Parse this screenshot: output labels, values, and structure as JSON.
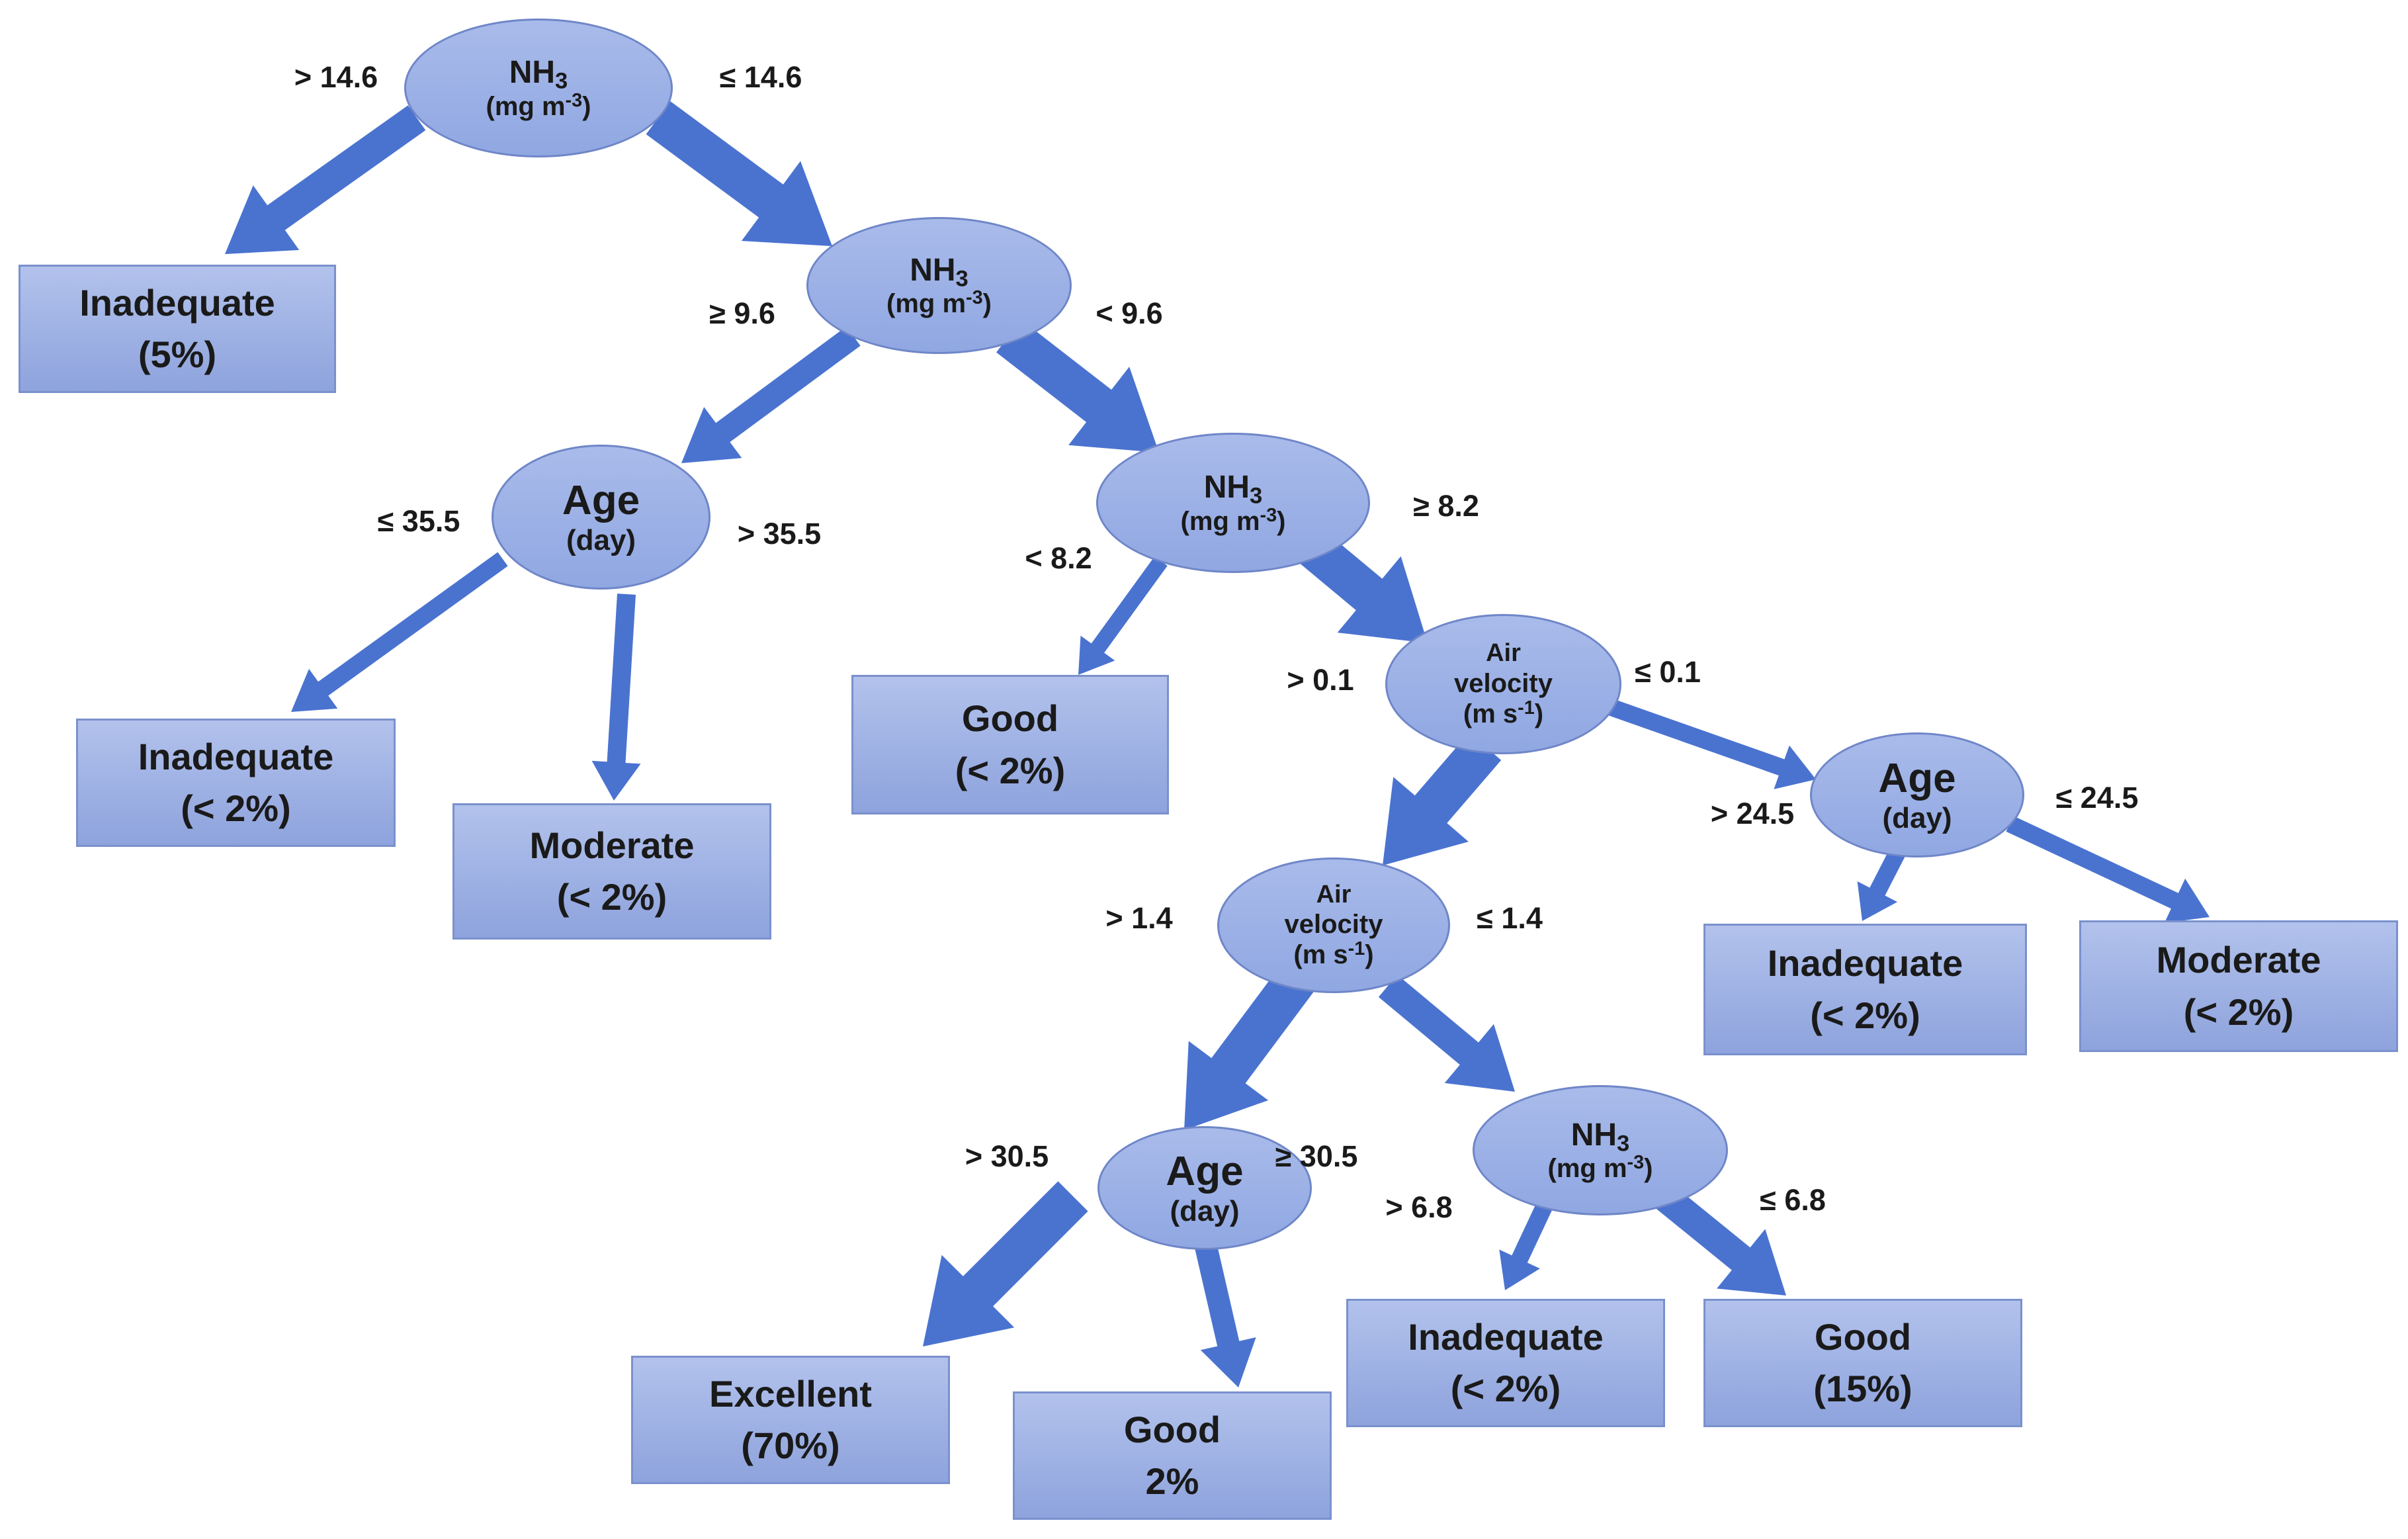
{
  "nodes": {
    "n1": {
      "var": "NH",
      "sub": "3",
      "unit": "(mg m",
      "sup": "-3",
      "close": ")"
    },
    "n2": {
      "var": "NH",
      "sub": "3",
      "unit": "(mg m",
      "sup": "-3",
      "close": ")"
    },
    "n3": {
      "var": "Age",
      "unit": "(day)"
    },
    "n4": {
      "var": "NH",
      "sub": "3",
      "unit": "(mg m",
      "sup": "-3",
      "close": ")"
    },
    "n5": {
      "var": "Air",
      "var2": "velocity",
      "unit": "(m s",
      "sup": "-1",
      "close": ")"
    },
    "n6": {
      "var": "Age",
      "unit": "(day)"
    },
    "n7": {
      "var": "Air",
      "var2": "velocity",
      "unit": "(m s",
      "sup": "-1",
      "close": ")"
    },
    "n8": {
      "var": "Age",
      "unit": "(day)"
    },
    "n9": {
      "var": "NH",
      "sub": "3",
      "unit": "(mg m",
      "sup": "-3",
      "close": ")"
    }
  },
  "leaves": {
    "l1": {
      "class": "Inadequate",
      "pct": "(5%)"
    },
    "l2": {
      "class": "Inadequate",
      "pct": "(< 2%)"
    },
    "l3": {
      "class": "Moderate",
      "pct": "(< 2%)"
    },
    "l4": {
      "class": "Good",
      "pct": "(< 2%)"
    },
    "l5": {
      "class": "Inadequate",
      "pct": "(< 2%)"
    },
    "l6": {
      "class": "Moderate",
      "pct": "(< 2%)"
    },
    "l7": {
      "class": "Excellent",
      "pct": "(70%)"
    },
    "l8": {
      "class": "Good",
      "pct": "2%"
    },
    "l9": {
      "class": "Inadequate",
      "pct": "(< 2%)"
    },
    "l10": {
      "class": "Good",
      "pct": "(15%)"
    }
  },
  "edges": {
    "e1": "> 14.6",
    "e2": "≤ 14.6",
    "e3": "≥ 9.6",
    "e4": "< 9.6",
    "e5": "≤ 35.5",
    "e6": "> 35.5",
    "e7": "< 8.2",
    "e8": "≥ 8.2",
    "e9": "> 0.1",
    "e10": "≤ 0.1",
    "e11": "> 24.5",
    "e12": "≤ 24.5",
    "e13": "> 1.4",
    "e14": "≤ 1.4",
    "e15": "> 30.5",
    "e16": "≥ 30.5",
    "e17": "> 6.8",
    "e18": "≤ 6.8"
  },
  "colors": {
    "arrow": "#4a73d0",
    "node_fill": "#9fb2e7",
    "leaf_fill": "#a0b3e6"
  }
}
